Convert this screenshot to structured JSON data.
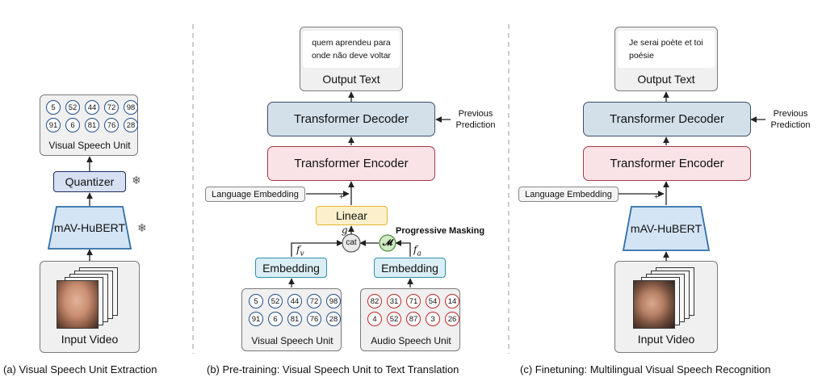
{
  "panel_a": {
    "units": [
      "5",
      "52",
      "44",
      "72",
      "98",
      "91",
      "6",
      "81",
      "76",
      "28"
    ],
    "units_label": "Visual Speech Unit",
    "quantizer": "Quantizer",
    "encoder": "mAV-HuBERT",
    "input": "Input Video",
    "frozen_icon": "❄",
    "caption": "(a) Visual Speech Unit Extraction"
  },
  "panel_b": {
    "output_text": "quem aprendeu para onde não deve voltar",
    "output_label": "Output Text",
    "decoder": "Transformer Decoder",
    "previous_prediction": "Previous Prediction",
    "encoder": "Transformer Encoder",
    "language_embedding": "Language Embedding",
    "linear": "Linear",
    "g": "g",
    "cat": "cat",
    "mask_symbol": "𝓜",
    "progressive_masking": "Progressive Masking",
    "f_v": "f",
    "f_v_sub": "v",
    "f_a": "f",
    "f_a_sub": "a",
    "embedding_left": "Embedding",
    "embedding_right": "Embedding",
    "visual_units": [
      "5",
      "52",
      "44",
      "72",
      "98",
      "91",
      "6",
      "81",
      "76",
      "28"
    ],
    "visual_label": "Visual Speech Unit",
    "audio_units": [
      "82",
      "31",
      "71",
      "54",
      "14",
      "4",
      "52",
      "87",
      "3",
      "26"
    ],
    "audio_label": "Audio Speech Unit",
    "plus": "+",
    "caption": "(b) Pre-training: Visual Speech Unit to Text Translation"
  },
  "panel_c": {
    "output_text": "Je serai poète et toi poésie",
    "output_label": "Output Text",
    "decoder": "Transformer Decoder",
    "previous_prediction": "Previous Prediction",
    "encoder": "Transformer Encoder",
    "language_embedding": "Language Embedding",
    "plus": "+",
    "mavhubert": "mAV-HuBERT",
    "input": "Input Video",
    "caption": "(c) Finetuning: Multilingual Visual Speech Recognition"
  }
}
